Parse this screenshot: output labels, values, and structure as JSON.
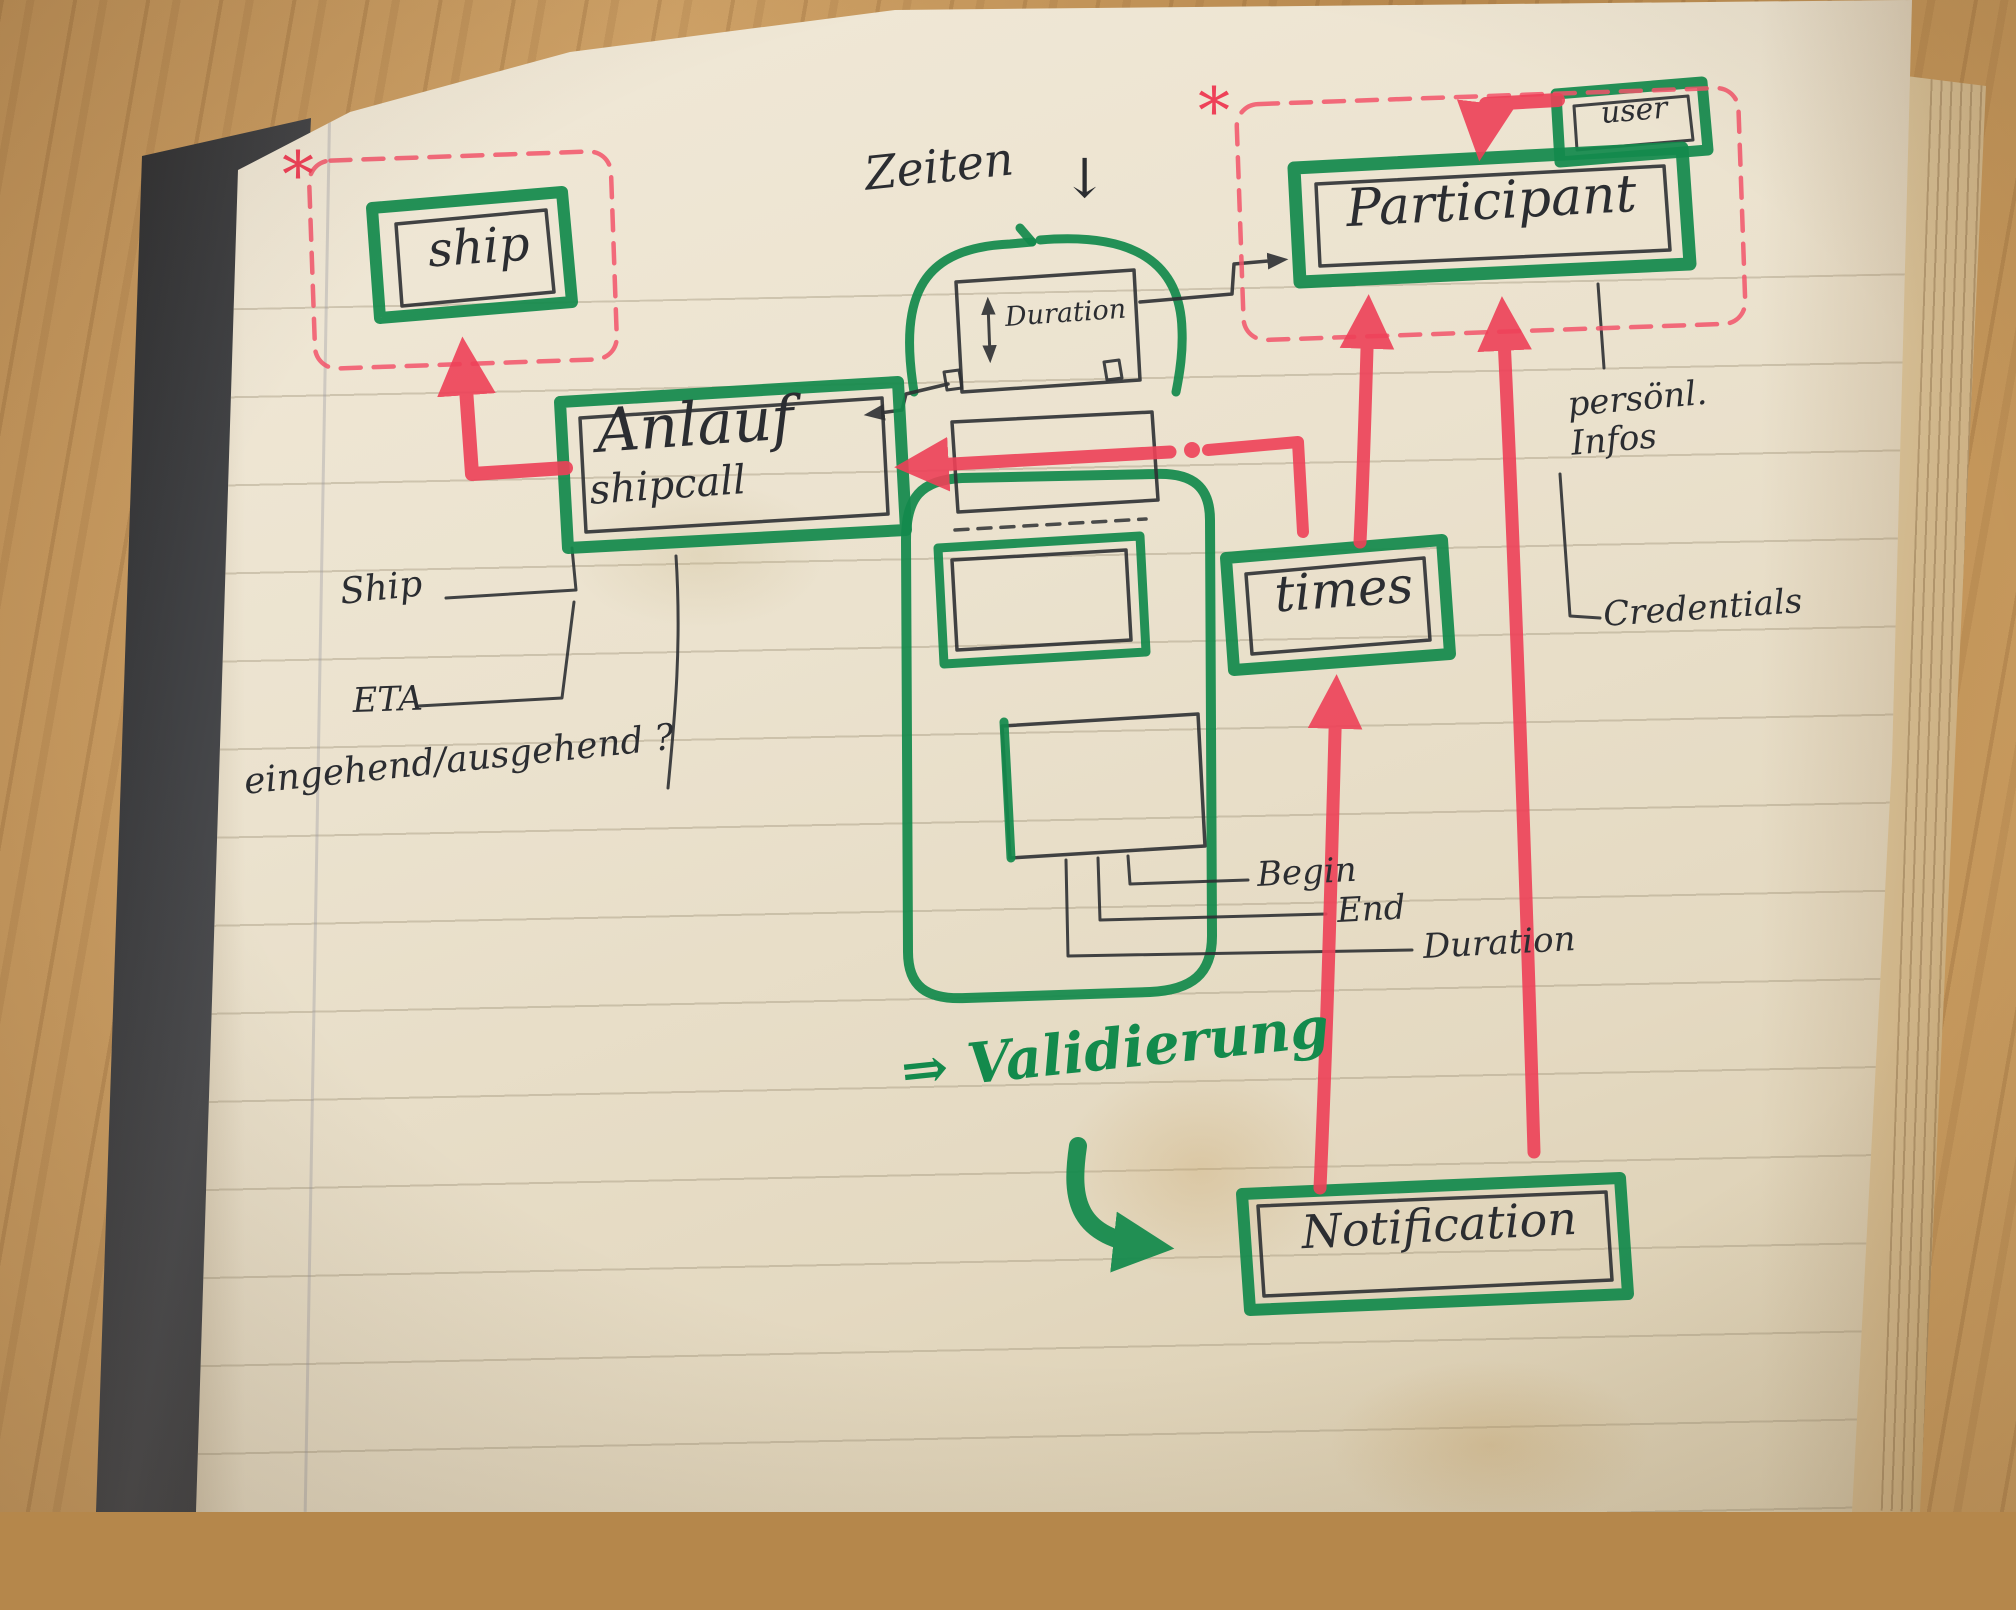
{
  "notebook": {
    "type": "hand-drawn entity diagram sketch on lined notebook paper",
    "colors": {
      "green_marker": "#138a4c",
      "red_marker": "#ee4158",
      "pen": "#2e3033",
      "paper": "#eae1cd"
    }
  },
  "entities": {
    "ship": {
      "label": "ship"
    },
    "user": {
      "label": "user"
    },
    "participant": {
      "label": "Participant"
    },
    "anlauf": {
      "label": "Anlauf",
      "sublabel": "shipcall"
    },
    "duration": {
      "label": "Duration"
    },
    "times": {
      "label": "times"
    },
    "notification": {
      "label": "Notification"
    }
  },
  "annotations": {
    "zeiten": "Zeiten",
    "down_arrow": "↓",
    "asterisk": "*",
    "ship_attr": "Ship",
    "eta": "ETA",
    "in_out": "eingehend/ausgehend ?",
    "begin": "Begin",
    "end": "End",
    "duration_attr": "Duration",
    "personal_infos": "persönl.\nInfos",
    "credentials": "Credentials",
    "validierung": "⇒ Validierung"
  }
}
